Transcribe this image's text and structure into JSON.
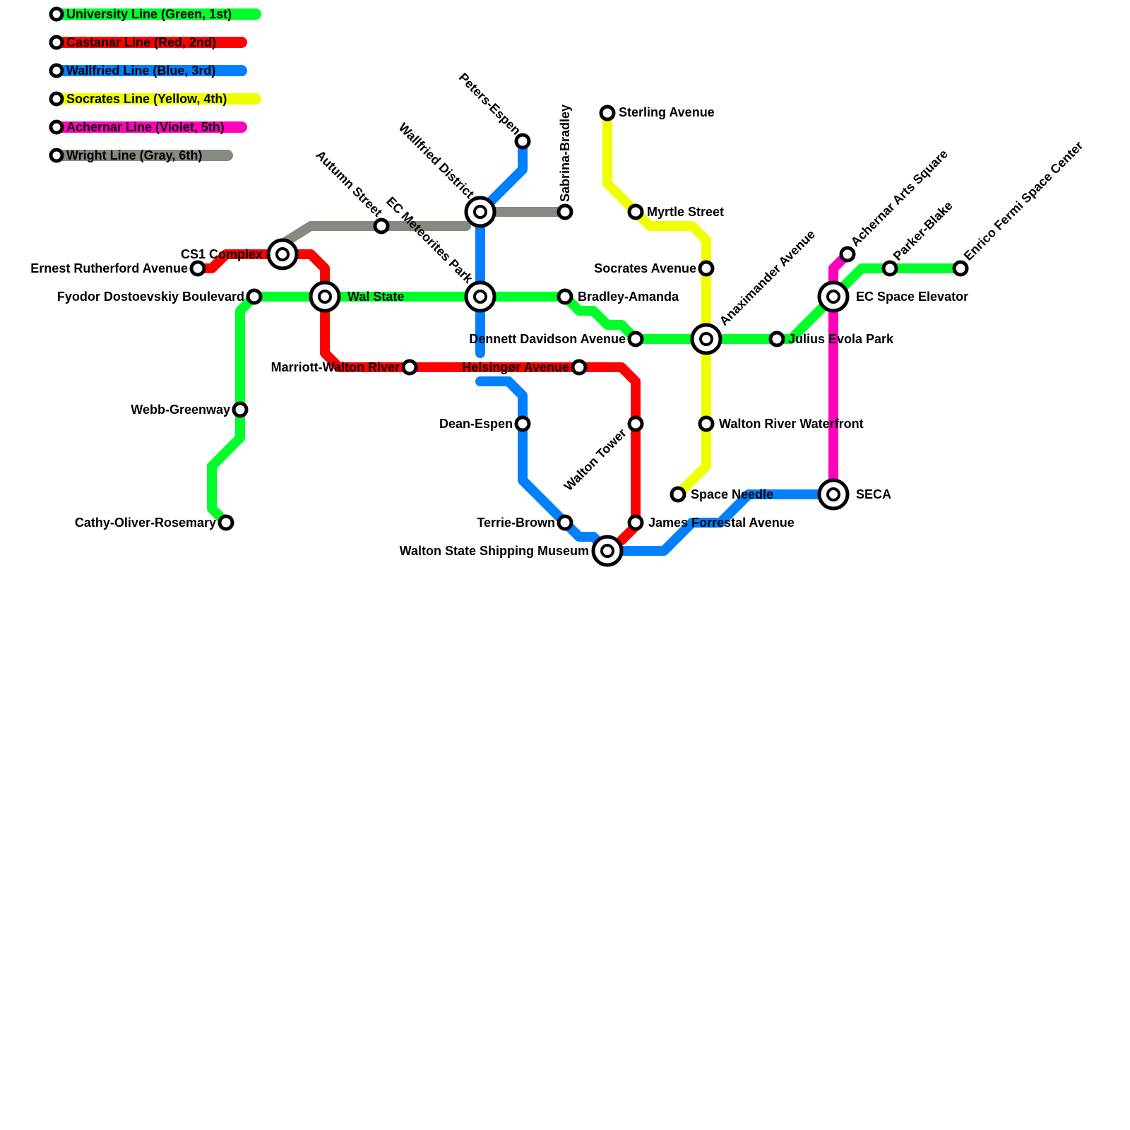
{
  "map": {
    "legend": [
      {
        "label": "University Line (Green, 1st)",
        "color": "#00ff2a"
      },
      {
        "label": "Castanar Line (Red, 2nd)",
        "color": "#ff0000"
      },
      {
        "label": "Wallfried Line (Blue, 3rd)",
        "color": "#0080ff"
      },
      {
        "label": "Socrates Line (Yellow, 4th)",
        "color": "#eeff00"
      },
      {
        "label": "Achernar Line (Violet, 5th)",
        "color": "#ff00bb"
      },
      {
        "label": "Wright Line (Gray, 6th)",
        "color": "#868b82"
      }
    ],
    "stations": {
      "peters_espen": "Peters-Espen",
      "sabrina_bradley": "Sabrina-Bradley",
      "sterling_avenue": "Sterling Avenue",
      "wallfried_district": "Wallfried District",
      "autumn_street": "Autumn Street",
      "ec_meteorites_park": "EC Meteorites Park",
      "myrtle_street": "Myrtle Street",
      "cs1_complex": "CS1 Complex",
      "ernest_rutherford_avenue": "Ernest Rutherford Avenue",
      "socrates_avenue": "Socrates Avenue",
      "fyodor_dostoevskiy_boulevard": "Fyodor Dostoevskiy Boulevard",
      "wal_state": "Wal State",
      "bradley_amanda": "Bradley-Amanda",
      "anaximander_avenue": "Anaximander Avenue",
      "achernar_arts_square": "Achernar Arts Square",
      "parker_blake": "Parker-Blake",
      "enrico_fermi_space_center": "Enrico Fermi Space Center",
      "ec_space_elevator": "EC Space Elevator",
      "dennett_davidson_avenue": "Dennett Davidson Avenue",
      "julius_evola_park": "Julius Evola Park",
      "marriott_walton_river": "Marriott-Walton River",
      "helsingor_avenue": "Helsingør Avenue",
      "webb_greenway": "Webb-Greenway",
      "dean_espen": "Dean-Espen",
      "walton_river_waterfront": "Walton River Waterfront",
      "walton_tower": "Walton Tower",
      "space_needle": "Space Needle",
      "seca": "SECA",
      "cathy_oliver_rosemary": "Cathy-Oliver-Rosemary",
      "terrie_brown": "Terrie-Brown",
      "james_forrestal_avenue": "James Forrestal Avenue",
      "walton_state_shipping_museum": "Walton State Shipping Museum"
    }
  }
}
